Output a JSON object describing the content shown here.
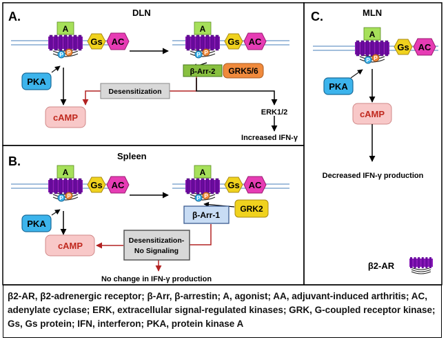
{
  "panels": {
    "a": {
      "letter": "A.",
      "title": "DLN"
    },
    "b": {
      "letter": "B.",
      "title": "Spleen"
    },
    "c": {
      "letter": "C.",
      "title": "MLN"
    }
  },
  "labels": {
    "agonist": "A",
    "gs": "Gs",
    "ac": "AC",
    "pka": "PKA",
    "camp": "cAMP",
    "p": "P",
    "arr2": "β-Arr-2",
    "arr1": "β-Arr-1",
    "grk56": "GRK5/6",
    "grk2": "GRK2",
    "desens": "Desensitization",
    "desens_b1": "Desensitization-",
    "desens_b2": "No Signaling",
    "erk": "ERK1/2",
    "a_out": "Increased IFN-γ",
    "b_out": "No change in IFN-γ production",
    "c_out": "Decreased IFN-γ production",
    "key_label": "β2-AR"
  },
  "legend": "β2-AR, β2-adrenergic receptor; β-Arr, β-arrestin; A, agonist; AA, adjuvant-induced arthritis; AC, adenylate cyclase; ERK, extracellular signal-regulated kinases; GRK, G-coupled receptor kinase; Gs, Gs protein; IFN, interferon; PKA, protein kinase A",
  "colors": {
    "agonist": "#a6e05a",
    "receptor": "#8a1ab8",
    "gs": "#f0d21e",
    "ac": "#e63cb4",
    "pka": "#3cb4ec",
    "camp": "#f8c8c8",
    "arr2": "#88c040",
    "grk": "#f08a3c",
    "arr1": "#c8dcf4",
    "desens": "#d8d8d8",
    "inhibit": "#b22222",
    "membrane": "#6b96c8"
  }
}
